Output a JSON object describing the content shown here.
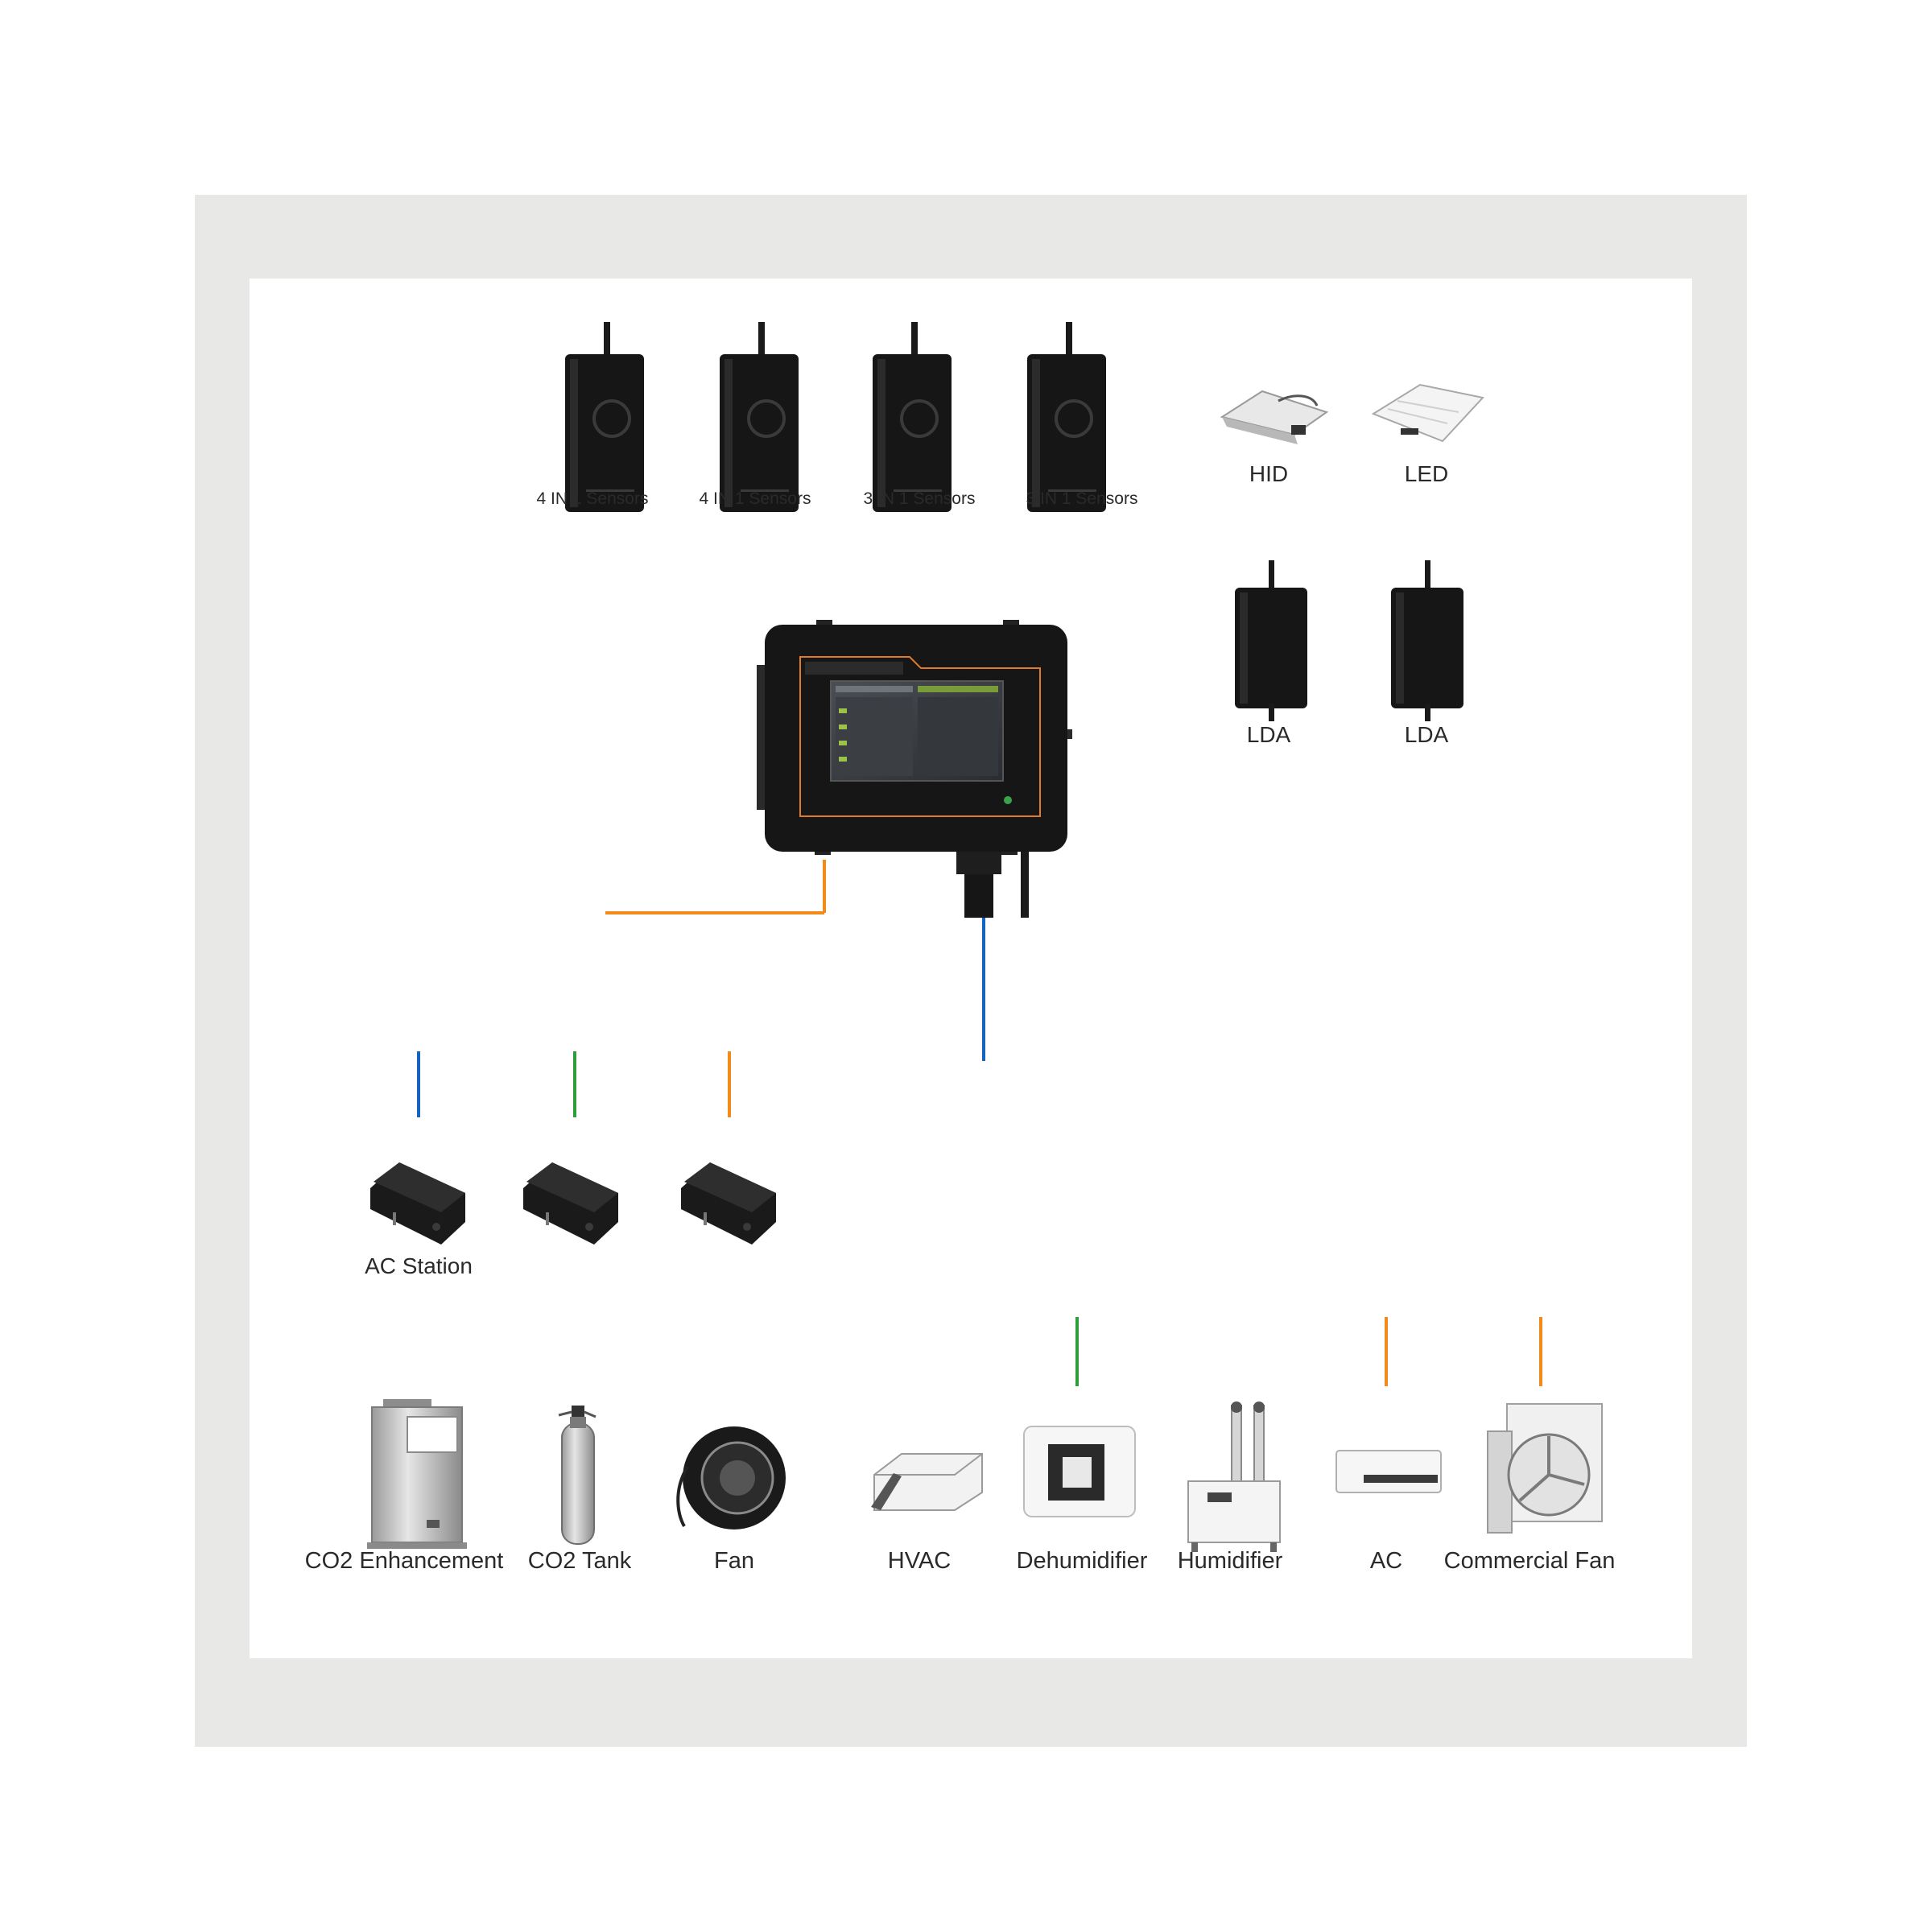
{
  "colors": {
    "wire_start": "#1565c0",
    "wire_mid": "#2e9d3a",
    "wire_end": "#f28a1c",
    "device_dark": "#161616",
    "frame_bg": "#e8e8e6"
  },
  "sensors": [
    {
      "label": "4 IN 1 Sensors",
      "icon": "sensor-module-icon"
    },
    {
      "label": "4 IN 1 Sensors",
      "icon": "sensor-module-icon"
    },
    {
      "label": "3 IN 1 Sensors",
      "icon": "sensor-module-icon"
    },
    {
      "label": "3 IN 1 Sensors",
      "icon": "sensor-module-icon"
    }
  ],
  "lights": [
    {
      "label": "HID",
      "icon": "hid-lamp-icon"
    },
    {
      "label": "LED",
      "icon": "led-panel-icon"
    }
  ],
  "light_adapters": [
    {
      "label": "LDA",
      "icon": "lda-module-icon"
    },
    {
      "label": "LDA",
      "icon": "lda-module-icon"
    }
  ],
  "controller": {
    "icon": "touchscreen-controller-icon"
  },
  "ac_station": {
    "label": "AC Station",
    "icon": "ac-station-icon"
  },
  "devices_left": [
    {
      "label": "CO2 Enhancement",
      "icon": "co2-generator-icon"
    },
    {
      "label": "CO2 Tank",
      "icon": "co2-tank-icon"
    },
    {
      "label": "Fan",
      "icon": "inline-fan-icon"
    }
  ],
  "devices_right": [
    {
      "label": "HVAC",
      "icon": "hvac-icon"
    },
    {
      "label": "Dehumidifier",
      "icon": "dehumidifier-icon"
    },
    {
      "label": "Humidifier",
      "icon": "humidifier-icon"
    },
    {
      "label": "AC",
      "icon": "air-conditioner-icon"
    },
    {
      "label": "Commercial Fan",
      "icon": "commercial-fan-icon"
    }
  ]
}
